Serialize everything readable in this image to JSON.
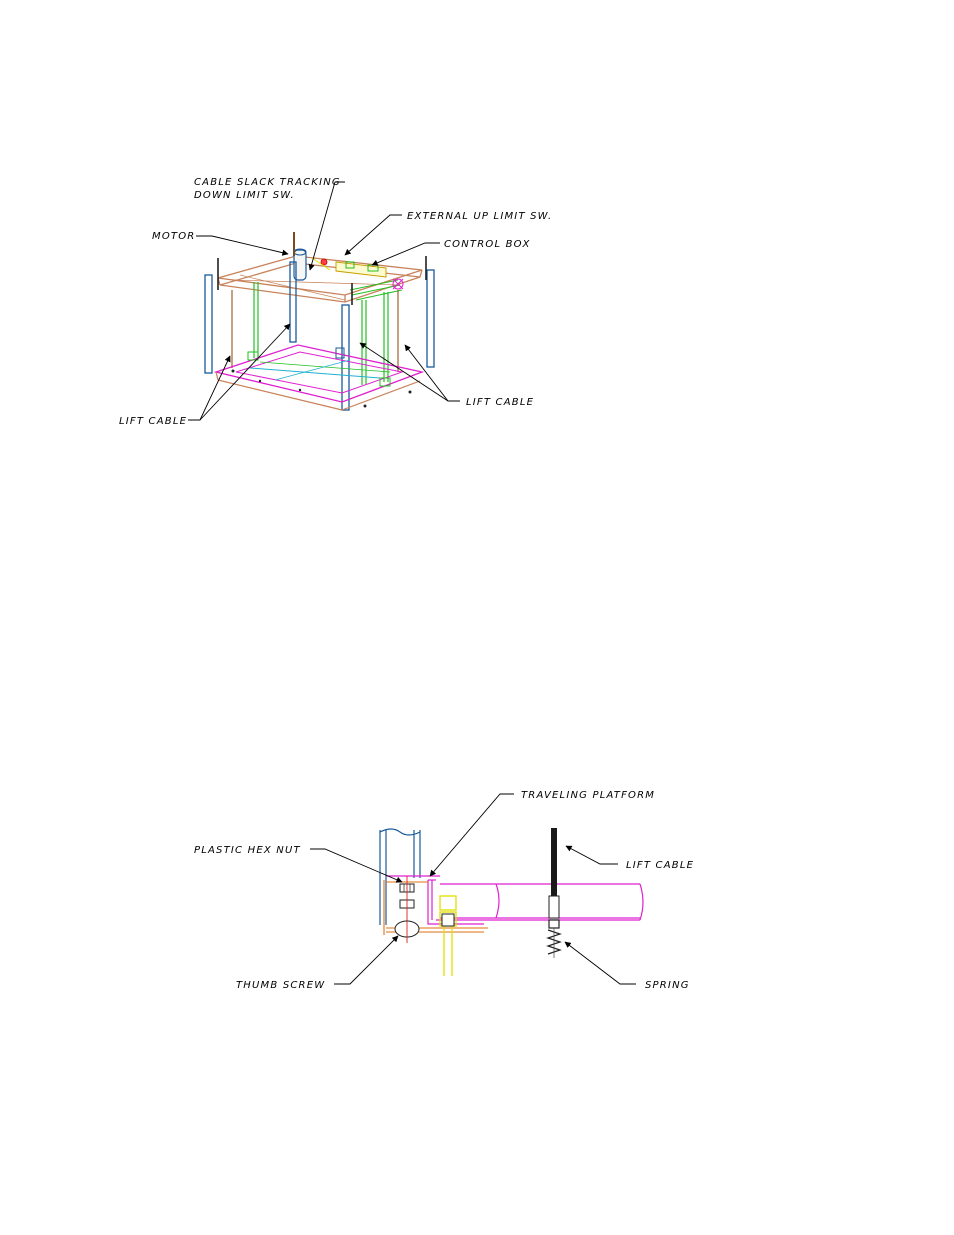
{
  "figure1": {
    "labels": {
      "cable_slack_line1": "CABLE SLACK TRACKING",
      "cable_slack_line2": "DOWN LIMIT SW.",
      "external_up": "EXTERNAL UP LIMIT SW.",
      "motor": "MOTOR",
      "control_box": "CONTROL BOX",
      "lift_cable_left": "LIFT CABLE",
      "lift_cable_right": "LIFT CABLE"
    }
  },
  "figure2": {
    "labels": {
      "traveling_platform": "TRAVELING PLATFORM",
      "plastic_hex_nut": "PLASTIC HEX NUT",
      "lift_cable": "LIFT CABLE",
      "thumb_screw": "THUMB SCREW",
      "spring": "SPRING"
    }
  },
  "colors": {
    "frame_tan": "#c8825a",
    "post_blue": "#1a5a9a",
    "cable_green": "#22c022",
    "platform_magenta": "#e020d0",
    "cyan_rail": "#20b0d0",
    "yellow_bolt": "#e0e000",
    "red_detail": "#e02020",
    "orange_bracket": "#e07010"
  }
}
